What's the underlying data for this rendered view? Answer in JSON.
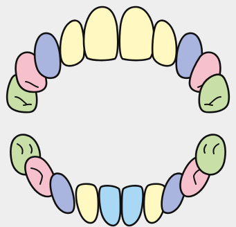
{
  "diagram": {
    "colors": {
      "background": "#eeeeee",
      "incisor_upper": "#fff8c0",
      "incisor_lower": "#a8d8f4",
      "canine": "#fff8c0",
      "premolar_1": "#a9b4df",
      "premolar_2": "#f6c0cc",
      "molar": "#c8e0a8",
      "outline": "#111111"
    },
    "upper_arch": [
      {
        "id": "ul-molar",
        "type": "molar"
      },
      {
        "id": "ul-premolar-2",
        "type": "premolar_2"
      },
      {
        "id": "ul-premolar-1",
        "type": "premolar_1"
      },
      {
        "id": "ul-canine",
        "type": "canine"
      },
      {
        "id": "ul-central-incisor",
        "type": "incisor_upper"
      },
      {
        "id": "ur-central-incisor",
        "type": "incisor_upper"
      },
      {
        "id": "ur-canine",
        "type": "canine"
      },
      {
        "id": "ur-premolar-1",
        "type": "premolar_1"
      },
      {
        "id": "ur-premolar-2",
        "type": "premolar_2"
      },
      {
        "id": "ur-molar",
        "type": "molar"
      }
    ],
    "lower_arch": [
      {
        "id": "ll-molar",
        "type": "molar"
      },
      {
        "id": "ll-premolar-2",
        "type": "premolar_2"
      },
      {
        "id": "ll-premolar-1",
        "type": "premolar_1"
      },
      {
        "id": "ll-canine",
        "type": "canine"
      },
      {
        "id": "ll-lateral-incisor",
        "type": "incisor_lower"
      },
      {
        "id": "lr-lateral-incisor",
        "type": "incisor_lower"
      },
      {
        "id": "lr-canine",
        "type": "canine"
      },
      {
        "id": "lr-premolar-1",
        "type": "premolar_1"
      },
      {
        "id": "lr-premolar-2",
        "type": "premolar_2"
      },
      {
        "id": "lr-molar",
        "type": "molar"
      }
    ]
  }
}
